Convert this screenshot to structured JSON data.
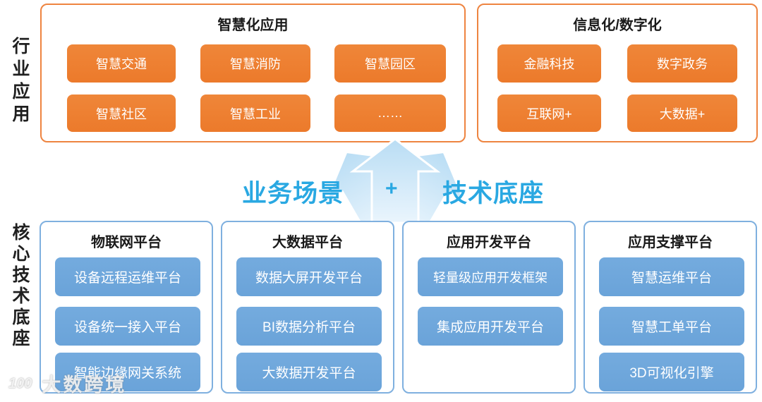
{
  "colors": {
    "orange": "#ED7D31",
    "orange_border": "#EE8440",
    "blue_chip": "#6FA8DC",
    "blue_border": "#7FB0DF",
    "cyan_text": "#29A8E2",
    "arrow_fill_top": "#B9DDF4",
    "arrow_fill_bottom": "#EAF5FD"
  },
  "left_labels": {
    "industry": "行业应用",
    "core": "核心技术底座"
  },
  "industry_groups": [
    {
      "title": "智慧化应用",
      "items": [
        "智慧交通",
        "智慧消防",
        "智慧园区",
        "智慧社区",
        "智慧工业",
        "……"
      ]
    },
    {
      "title": "信息化/数字化",
      "items": [
        "金融科技",
        "数字政务",
        "互联网+",
        "大数据+"
      ]
    }
  ],
  "middle": {
    "left_text": "业务场景",
    "plus": "+",
    "right_text": "技术底座"
  },
  "platform_groups": [
    {
      "title": "物联网平台",
      "items": [
        "设备远程运维平台",
        "设备统一接入平台",
        "智能边缘网关系统"
      ]
    },
    {
      "title": "大数据平台",
      "items": [
        "数据大屏开发平台",
        "BI数据分析平台",
        "大数据开发平台"
      ]
    },
    {
      "title": "应用开发平台",
      "items": [
        "轻量级应用开发框架",
        "集成应用开发平台"
      ]
    },
    {
      "title": "应用支撑平台",
      "items": [
        "智慧运维平台",
        "智慧工单平台",
        "3D可视化引擎"
      ]
    }
  ],
  "watermark": {
    "logo": "100",
    "text": "大数跨境"
  }
}
